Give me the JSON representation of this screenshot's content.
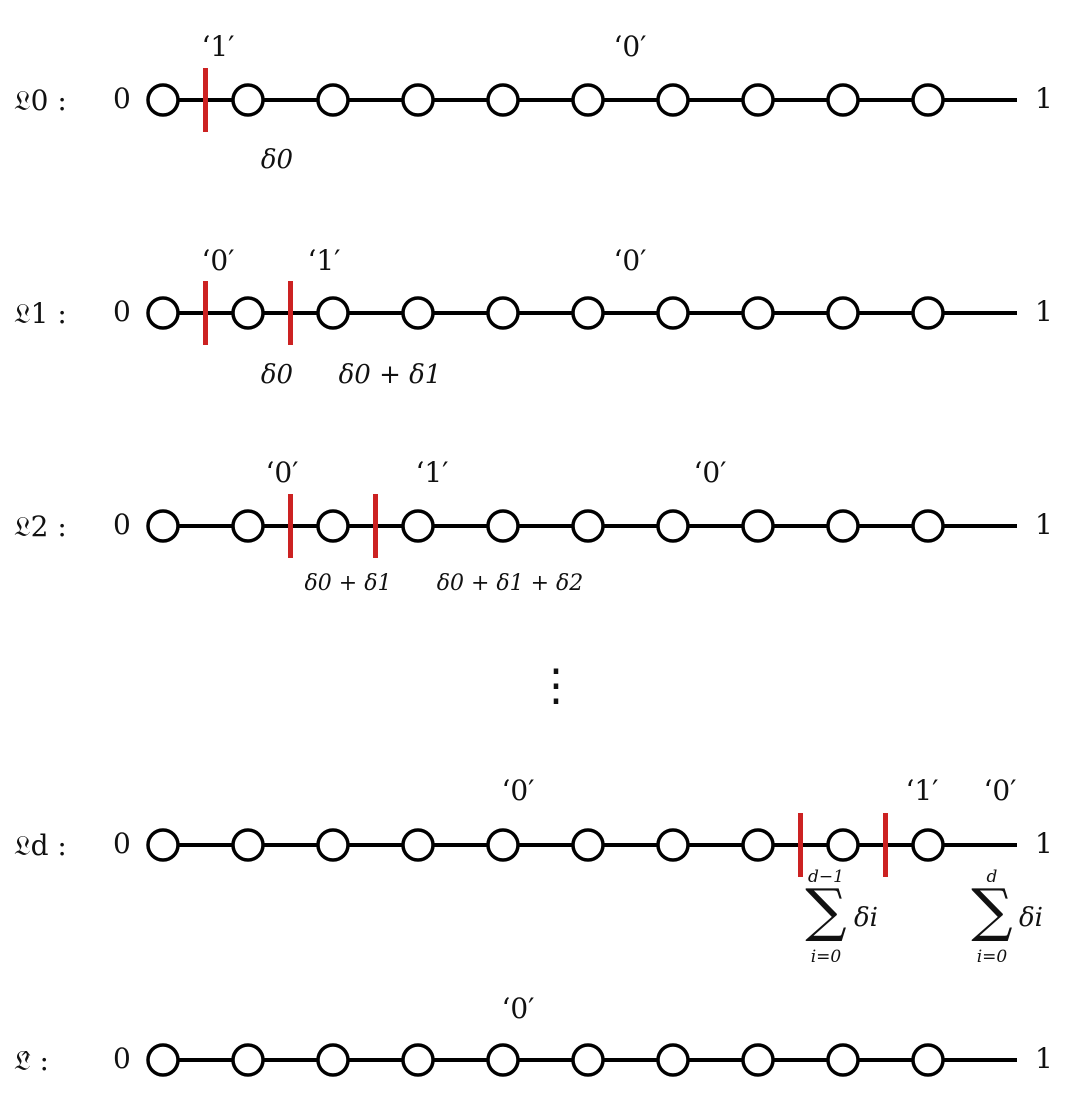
{
  "colors": {
    "line": "#000000",
    "node_fill": "#ffffff",
    "threshold": "#cc2222"
  },
  "nodes_per_line": 10,
  "rows": [
    {
      "label": "𝔏0 :",
      "left": "0",
      "right": "1",
      "segments": [
        {
          "text": "‘1′"
        },
        {
          "text": "‘0′"
        }
      ],
      "thresholds": [
        {
          "gap": 1,
          "text": "δ0"
        }
      ]
    },
    {
      "label": "𝔏1 :",
      "left": "0",
      "right": "1",
      "segments": [
        {
          "text": "‘0′"
        },
        {
          "text": "‘1′"
        },
        {
          "text": "‘0′"
        }
      ],
      "thresholds": [
        {
          "gap": 1,
          "text": "δ0"
        },
        {
          "gap": 2,
          "text": "δ0 + δ1"
        }
      ]
    },
    {
      "label": "𝔏2 :",
      "left": "0",
      "right": "1",
      "segments": [
        {
          "text": "‘0′"
        },
        {
          "text": "‘1′"
        },
        {
          "text": "‘0′"
        }
      ],
      "thresholds": [
        {
          "gap": 2,
          "text": "δ0 + δ1"
        },
        {
          "gap": 3,
          "text": "δ0 + δ1 + δ2"
        }
      ]
    },
    {
      "label": "𝔏d :",
      "left": "0",
      "right": "1",
      "segments": [
        {
          "text": "‘0′"
        },
        {
          "text": "‘1′"
        },
        {
          "text": "‘0′"
        }
      ],
      "thresholds": [
        {
          "gap": 8,
          "sum_top": "d−1",
          "sum_symbol": "∑",
          "sum_bottom": "i=0",
          "sum_term": "δi"
        },
        {
          "gap": 9,
          "sum_top": "d",
          "sum_symbol": "∑",
          "sum_bottom": "i=0",
          "sum_term": "δi"
        }
      ]
    },
    {
      "label": "𝔏̂ :",
      "left": "0",
      "right": "1",
      "segments": [
        {
          "text": "‘0′"
        }
      ],
      "thresholds": []
    }
  ],
  "ellipsis": "⋮"
}
